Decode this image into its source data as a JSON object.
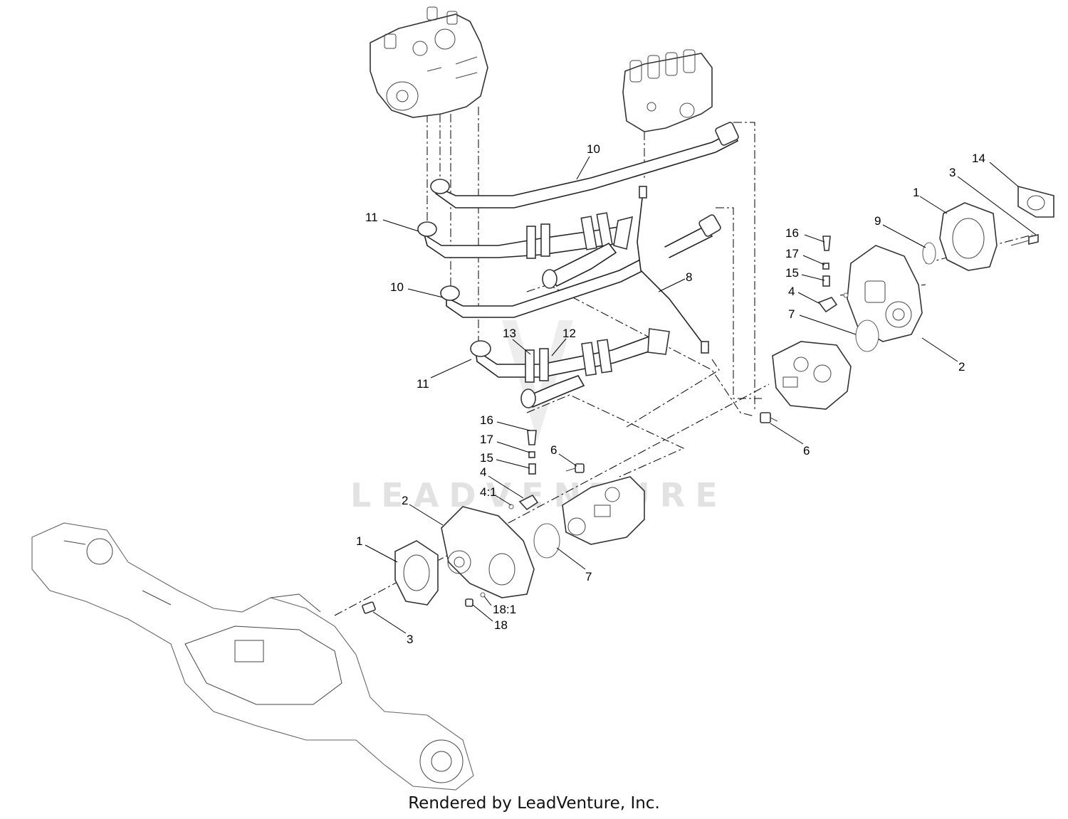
{
  "watermark": {
    "text": "LEADVENTURE"
  },
  "credit": "Rendered by LeadVenture, Inc.",
  "callouts": {
    "c10_top": "10",
    "c14": "14",
    "c3_right": "3",
    "c1_right": "1",
    "c11_upper": "11",
    "c9": "9",
    "c16_right": "16",
    "c17_right": "17",
    "c15_right": "15",
    "c8": "8",
    "c10_mid": "10",
    "c4_right": "4",
    "c7_right": "7",
    "c13": "13",
    "c12": "12",
    "c2_right": "2",
    "c11_lower": "11",
    "c16_left": "16",
    "c17_left": "17",
    "c6_right": "6",
    "c6_left": "6",
    "c15_left": "15",
    "c4_left": "4",
    "c4_1": "4:1",
    "c2_left": "2",
    "c1_left": "1",
    "c7_left": "7",
    "c18_1": "18:1",
    "c18": "18",
    "c3_left": "3"
  }
}
